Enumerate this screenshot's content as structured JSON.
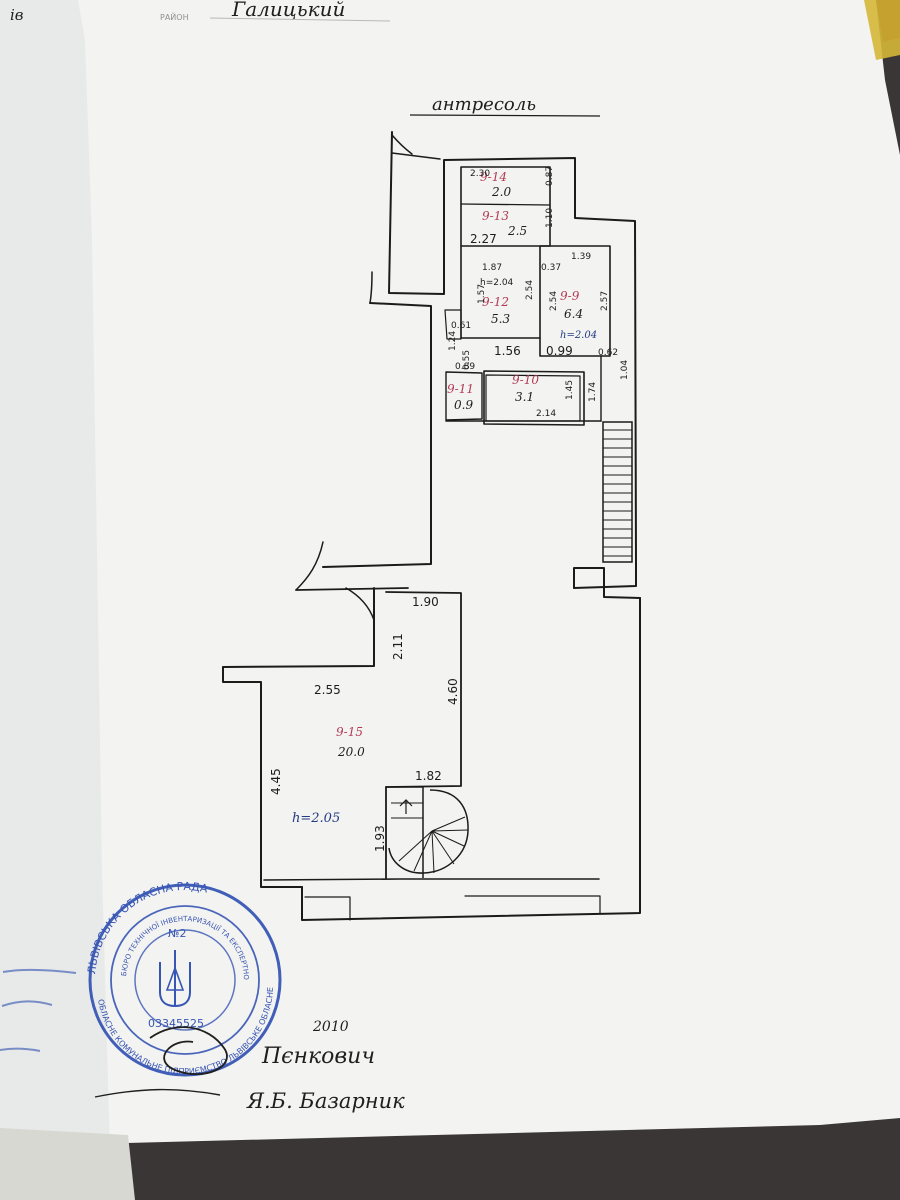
{
  "header": {
    "left_fragment": "ів",
    "form_label": "РАЙОН",
    "district": "Галицький",
    "title": "антресоль"
  },
  "rooms": [
    {
      "id": "room-14",
      "number": "9-14",
      "area": "2.0"
    },
    {
      "id": "room-13",
      "number": "9-13",
      "area": "2.5"
    },
    {
      "id": "room-12",
      "number": "9-12",
      "area": "5.3"
    },
    {
      "id": "room-9",
      "number": "9-9",
      "area": "6.4"
    },
    {
      "id": "room-10",
      "number": "9-10",
      "area": "3.1"
    },
    {
      "id": "room-11",
      "number": "9-11",
      "area": "0.9"
    },
    {
      "id": "room-15",
      "number": "9-15",
      "area": "20.0"
    }
  ],
  "dimensions": {
    "d230": "2.30",
    "d087": "0.87",
    "d110": "1.10",
    "d227": "2.27",
    "d187": "1.87",
    "h204a": "h=2.04",
    "d157": "1.57",
    "d254a": "2.54",
    "d139": "1.39",
    "d037": "0.37",
    "d254b": "2.54",
    "d257": "2.57",
    "h204b": "h=2.04",
    "d061": "0.61",
    "d124": "1.24",
    "d055": "0.55",
    "d089": "0.89",
    "d156": "1.56",
    "d099": "0.99",
    "d062": "0.62",
    "d104": "1.04",
    "d145": "1.45",
    "d174": "1.74",
    "d214": "2.14",
    "d190": "1.90",
    "d211": "2.11",
    "d460": "4.60",
    "d255": "2.55",
    "d445": "4.45",
    "d182": "1.82",
    "d193": "1.93",
    "h205": "h=2.05"
  },
  "stamp": {
    "outer_top": "ЛЬВІВСЬКА ОБЛАСНА РАДА",
    "outer_bottom": "ОБЛАСНЕ КОМУНАЛЬНЕ ПІДПРИЄМСТВО ЛЬВІВСЬКЕ ОБЛАСНЕ",
    "inner_top": "БЮРО ТЕХНІЧНОЇ ІНВЕНТАРИЗАЦІЇ ТА ЕКСПЕРТНОЇ ОЦІНКИ",
    "number": "№2",
    "code": "03345525"
  },
  "signatures": {
    "year": "2010",
    "first": "Пєнкович",
    "second": "Я.Б. Базарник"
  },
  "colors": {
    "paper": "#f3f3f1",
    "ink": "#1d1d1d",
    "red_ink": "#b23b55",
    "stamp_blue": "#3756b4"
  }
}
